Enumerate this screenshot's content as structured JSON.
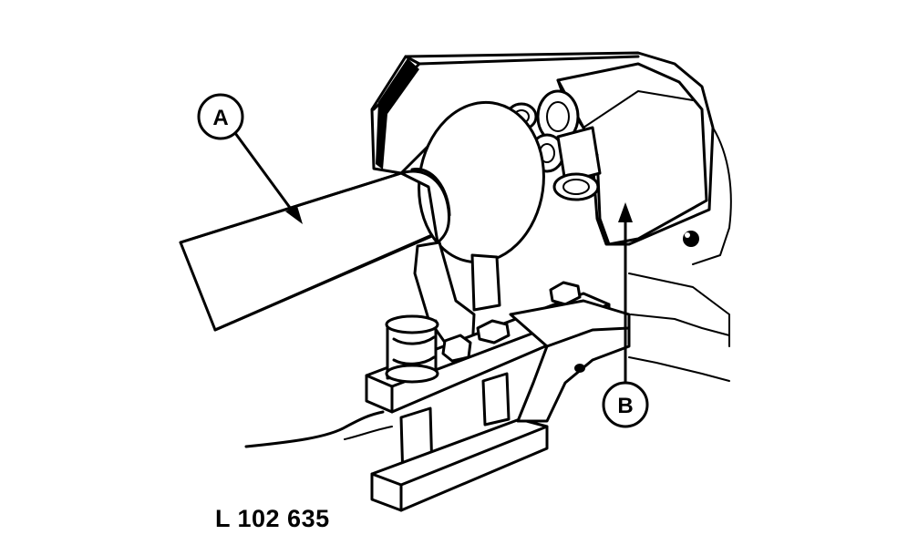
{
  "callouts": {
    "a": "A",
    "b": "B"
  },
  "reference": "L 102 635"
}
